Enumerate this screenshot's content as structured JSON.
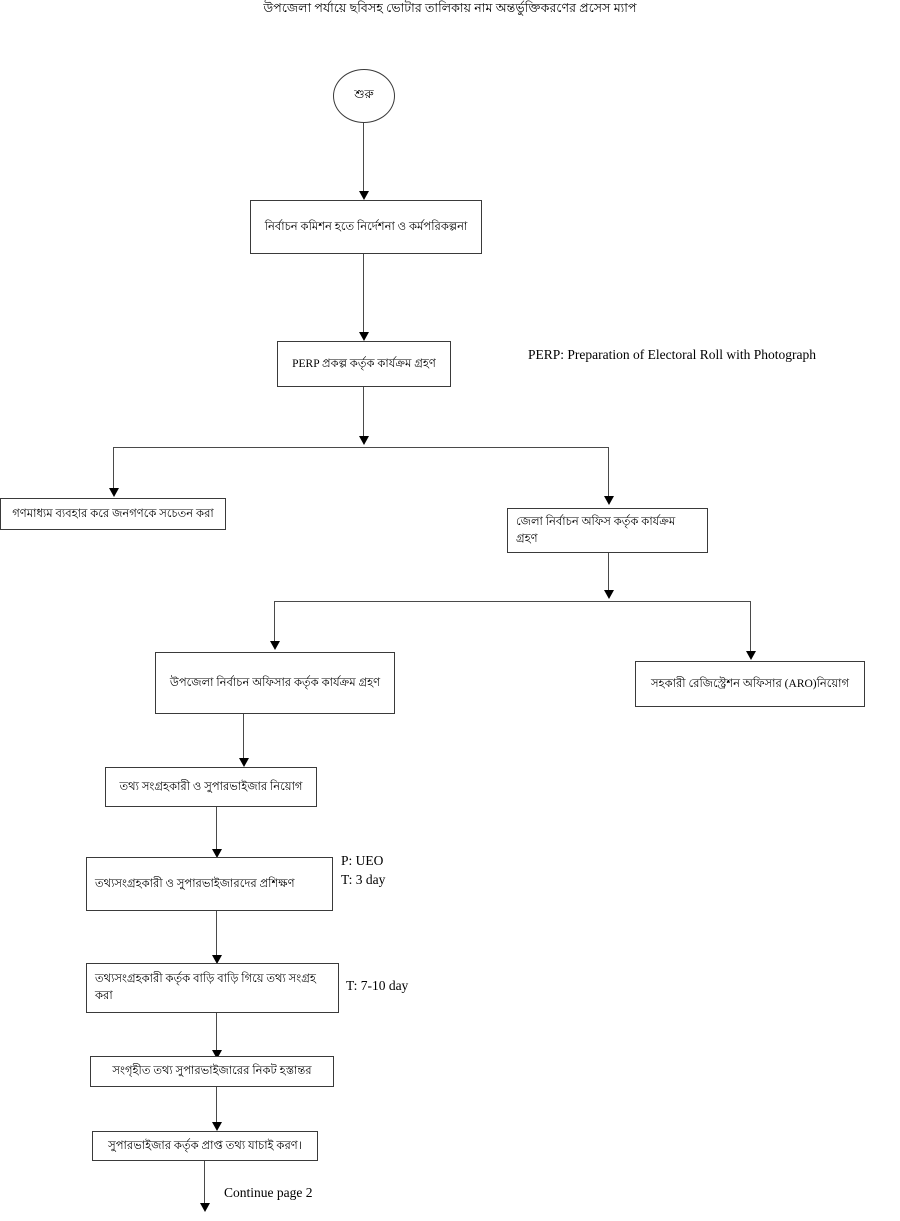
{
  "document": {
    "title": "উপজেলা পর্যায়ে ছবিসহ ভোটার তালিকায় নাম অন্তর্ভুক্তিকরণের প্রসেস ম্যাপ",
    "page_continuation": "Continue page 2"
  },
  "legend": {
    "perp_expansion": "PERP: Preparation of Electoral Roll with Photograph"
  },
  "nodes": {
    "start": "শুরু",
    "commission_directive": "নির্বাচন কমিশন হতে নির্দেশনা ও কর্মপরিকল্পনা",
    "perp_project": "PERP প্রকল্প কর্তৃক কার্যক্রম গ্রহণ",
    "mass_media_awareness": "গণমাধ্যম ব্যবহার করে জনগণকে সচেতন করা",
    "district_office": "জেলা নির্বাচন অফিস কর্তৃক কার্যক্রম গ্রহণ",
    "upazila_officer": "উপজেলা নির্বাচন অফিসার কর্তৃক কার্যক্রম গ্রহণ",
    "aro_appointment": "সহকারী রেজিস্ট্রেশন অফিসার (ARO)নিয়োগ",
    "collector_supervisor_appointment": "তথ্য সংগ্রহকারী ও সুপারভাইজার নিয়োগ",
    "training": "তথ্যসংগ্রহকারী ও সুপারভাইজারদের প্রশিক্ষণ",
    "house_to_house_collection": "তথ্যসংগ্রহকারী কর্তৃক বাড়ি বাড়ি গিয়ে তথ্য সংগ্রহ করা",
    "handover_to_supervisor": "সংগৃহীত তথ্য সুপারভাইজারের নিকট হস্তান্তর",
    "supervisor_verification": "সুপারভাইজার কর্তৃক প্রাপ্ত তথ্য যাচাই করণ।"
  },
  "annotations": {
    "training_person": "P: UEO",
    "training_time": "T: 3 day",
    "collection_time": "T: 7-10 day"
  },
  "colors": {
    "background": "#ffffff",
    "text": "#000000",
    "border": "#3a3a3a",
    "connector": "#4a4a4a"
  }
}
